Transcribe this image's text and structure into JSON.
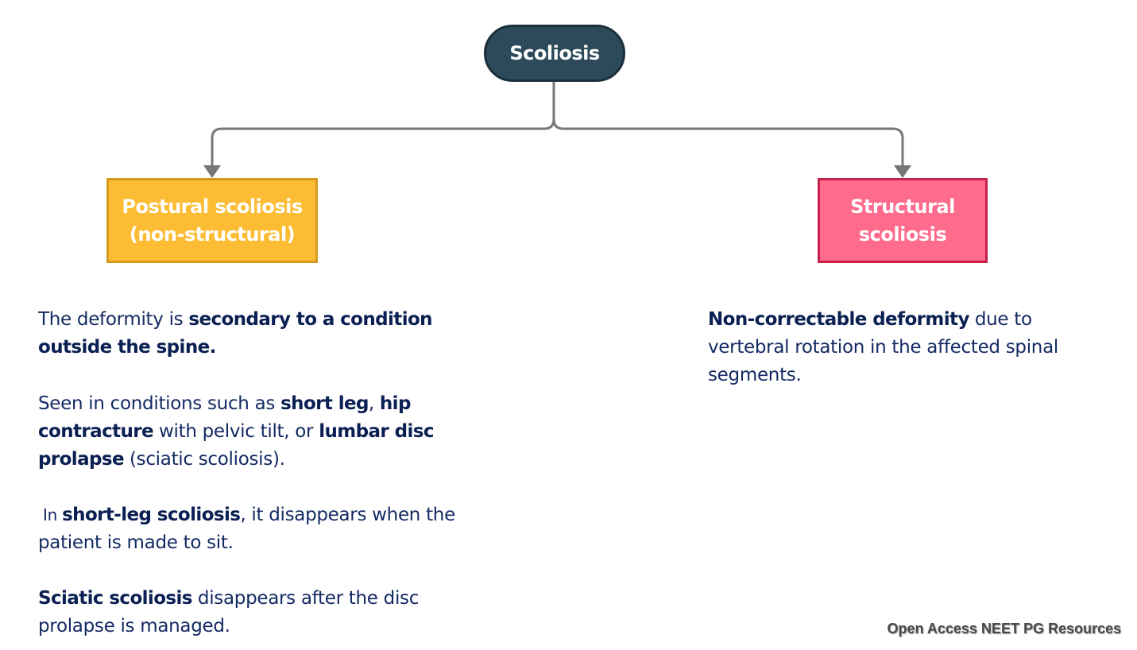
{
  "diagram": {
    "root": {
      "label": "Scoliosis"
    },
    "left": {
      "label_lines": [
        "Postural scoliosis",
        "(non-structural)"
      ],
      "fill": "#fcbd35",
      "paragraphs": [
        [
          {
            "t": "The deformity is ",
            "b": false
          },
          {
            "t": "secondary to a condition outside the spine.",
            "b": true
          }
        ],
        [
          {
            "t": "Seen in conditions such as ",
            "b": false
          },
          {
            "t": "short leg",
            "b": true
          },
          {
            "t": ", ",
            "b": false
          },
          {
            "t": "hip contracture",
            "b": true
          },
          {
            "t": " with pelvic tilt, or ",
            "b": false
          },
          {
            "t": "lumbar disc prolapse",
            "b": true
          },
          {
            "t": " (sciatic scoliosis).",
            "b": false
          }
        ],
        [
          {
            "t": " In ",
            "b": false
          },
          {
            "t": "short-leg scoliosis",
            "b": true
          },
          {
            "t": ", it disappears when the patient is made to sit.",
            "b": false
          }
        ],
        [
          {
            "t": "Sciatic scoliosis",
            "b": true
          },
          {
            "t": " disappears after the disc prolapse is managed.",
            "b": false
          }
        ]
      ]
    },
    "right": {
      "label_lines": [
        "Structural",
        "scoliosis"
      ],
      "fill": "#fe6b8c",
      "paragraphs": [
        [
          {
            "t": "Non-correctable deformity",
            "b": true
          },
          {
            "t": " due to vertebral rotation in the affected spinal segments.",
            "b": false
          }
        ]
      ]
    },
    "colors": {
      "root_fill": "#2d4a5b",
      "connector": "#777777",
      "text": "#142a63"
    }
  },
  "watermark": "Open Access NEET PG Resources"
}
